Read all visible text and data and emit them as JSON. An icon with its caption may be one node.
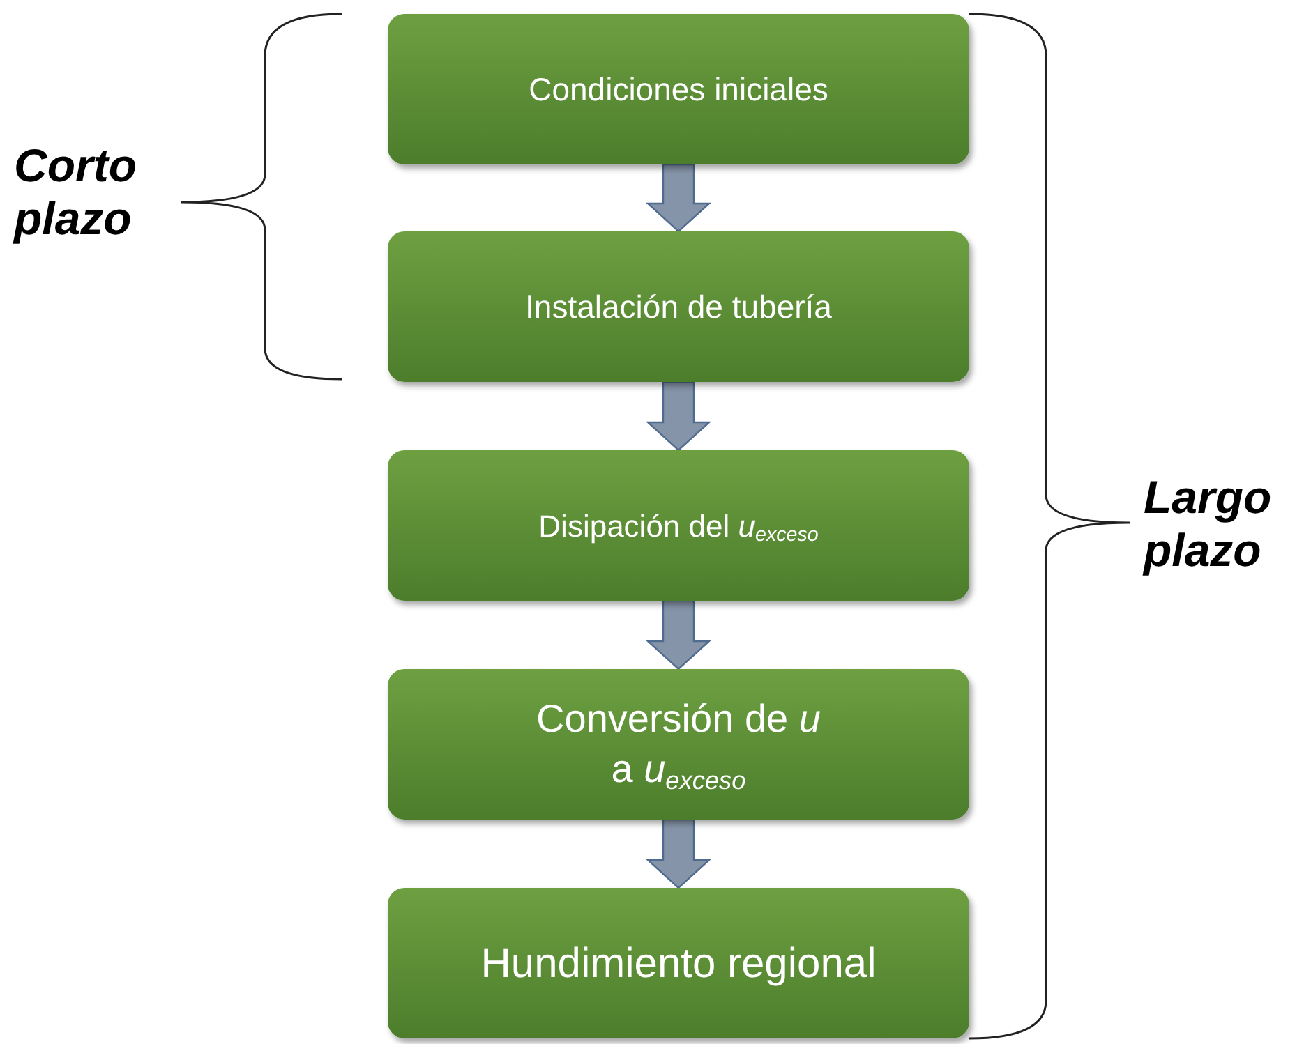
{
  "diagram": {
    "nodes": [
      {
        "text": [
          "Condiciones iniciales"
        ]
      },
      {
        "text": [
          "Instalación de tubería"
        ]
      },
      {
        "text": [
          "Disipación del *u*$_{exceso}$"
        ]
      },
      {
        "text": [
          "Conversión de *u* a *u*$_{exceso}$"
        ]
      },
      {
        "text": [
          "Hundimiento regional"
        ]
      }
    ],
    "edges": [
      {
        "from": 0,
        "to": 1,
        "arrow": "to"
      },
      {
        "from": 1,
        "to": 2,
        "arrow": "to"
      },
      {
        "from": 2,
        "to": 3,
        "arrow": "to"
      },
      {
        "from": 3,
        "to": 4,
        "arrow": "to"
      }
    ],
    "labels": [
      "Corto plazo",
      "Largo plazo"
    ]
  }
}
